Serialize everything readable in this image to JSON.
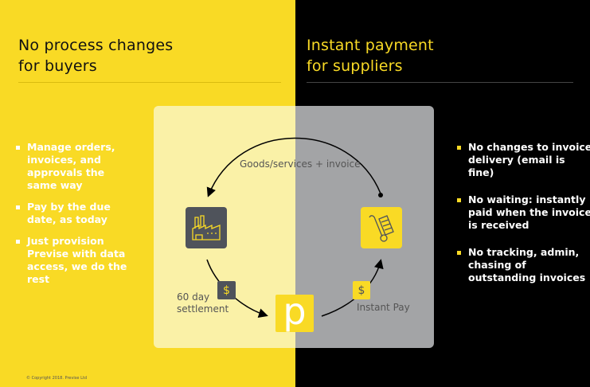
{
  "buyers": {
    "title_line1": "No process changes",
    "title_line2": "for buyers",
    "points": [
      "Manage orders, invoices, and approvals the same way",
      "Pay by the due date, as today",
      "Just provision Previse with data access, we do the rest"
    ]
  },
  "suppliers": {
    "title_line1": "Instant payment",
    "title_line2": "for suppliers",
    "points": [
      "No changes to invoice delivery (email is fine)",
      "No waiting: instantly paid when the invoice is received",
      "No tracking, admin, chasing of outstanding invoices"
    ]
  },
  "diagram": {
    "top_label": "Goods/services + invoice",
    "left_label_1": "60 day",
    "left_label_2": "settlement",
    "right_label": "Instant Pay",
    "dollar": "$",
    "logo_letter": "p"
  },
  "footer": {
    "copyright": "© Copyright 2018. Previse Ltd"
  },
  "colors": {
    "yellow": "#f9da25",
    "black": "#000000",
    "dark_gray": "#4f535b"
  }
}
